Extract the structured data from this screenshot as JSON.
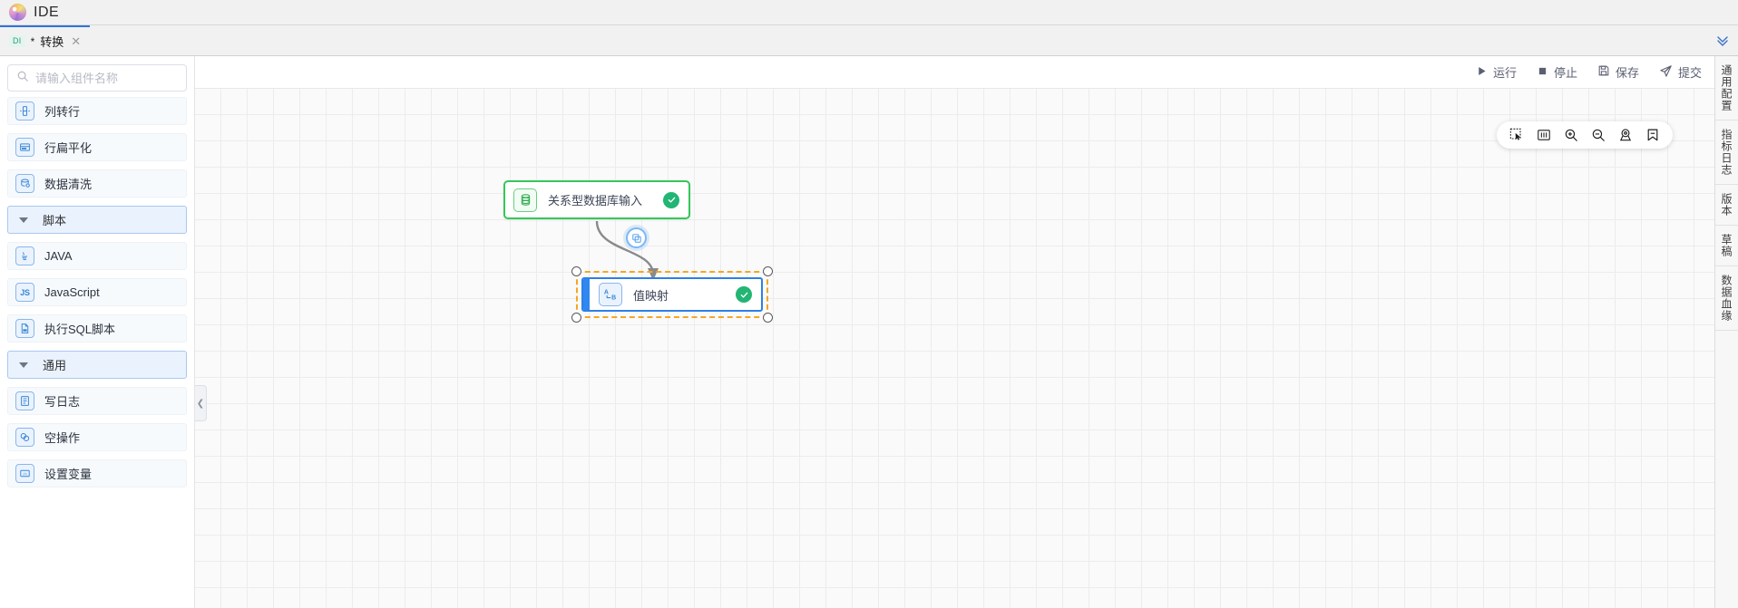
{
  "app": {
    "title": "IDE",
    "logo_icon": "swirl-logo-icon"
  },
  "tabbar": {
    "tab": {
      "badge": "DI",
      "dirty_marker": "*",
      "title": "转换",
      "close_icon": "close-icon"
    },
    "collapse_icon": "chevron-double-down-icon"
  },
  "palette": {
    "search": {
      "placeholder": "请输入组件名称",
      "value": "",
      "icon": "search-icon"
    },
    "items": [
      {
        "type": "component",
        "label": "列转行",
        "icon": "column-to-row-icon"
      },
      {
        "type": "component",
        "label": "行扁平化",
        "icon": "row-flatten-icon"
      },
      {
        "type": "component",
        "label": "数据清洗",
        "icon": "data-cleaning-icon"
      },
      {
        "type": "group",
        "label": "脚本",
        "expanded": true,
        "icon": "caret-down-icon"
      },
      {
        "type": "component",
        "label": "JAVA",
        "icon": "java-icon"
      },
      {
        "type": "component",
        "label": "JavaScript",
        "icon": "js-icon"
      },
      {
        "type": "component",
        "label": "执行SQL脚本",
        "icon": "sql-script-icon"
      },
      {
        "type": "group",
        "label": "通用",
        "expanded": true,
        "icon": "caret-down-icon"
      },
      {
        "type": "component",
        "label": "写日志",
        "icon": "write-log-icon"
      },
      {
        "type": "component",
        "label": "空操作",
        "icon": "no-op-icon"
      },
      {
        "type": "component",
        "label": "设置变量",
        "icon": "set-variable-icon"
      }
    ],
    "collapse_handle_icon": "chevron-left-icon"
  },
  "actions": [
    {
      "label": "运行",
      "icon": "play-icon"
    },
    {
      "label": "停止",
      "icon": "stop-icon"
    },
    {
      "label": "保存",
      "icon": "save-icon"
    },
    {
      "label": "提交",
      "icon": "submit-icon"
    }
  ],
  "canvas_toolbar": [
    {
      "name": "select-marquee-icon"
    },
    {
      "name": "align-layout-icon"
    },
    {
      "name": "zoom-in-icon"
    },
    {
      "name": "zoom-out-icon"
    },
    {
      "name": "fit-view-icon"
    },
    {
      "name": "bookmark-icon"
    }
  ],
  "graph": {
    "nodes": [
      {
        "id": "src",
        "label": "关系型数据库输入",
        "icon": "database-icon",
        "status": "ok",
        "status_icon": "check-circle-icon",
        "selected": false
      },
      {
        "id": "map",
        "label": "值映射",
        "icon": "value-mapping-icon",
        "status": "ok",
        "status_icon": "check-circle-icon",
        "selected": true
      }
    ],
    "edges": [
      {
        "from": "src",
        "to": "map",
        "badge_icon": "copy-icon"
      }
    ]
  },
  "right_rail": {
    "tabs": [
      {
        "label": "通用配置"
      },
      {
        "label": "指标日志"
      },
      {
        "label": "版本"
      },
      {
        "label": "草稿"
      },
      {
        "label": "数据血缘"
      }
    ]
  },
  "colors": {
    "accent_blue": "#2f7fe8",
    "ok_green": "#22b573",
    "node_green": "#34c759",
    "selection_orange": "#f5a623"
  }
}
